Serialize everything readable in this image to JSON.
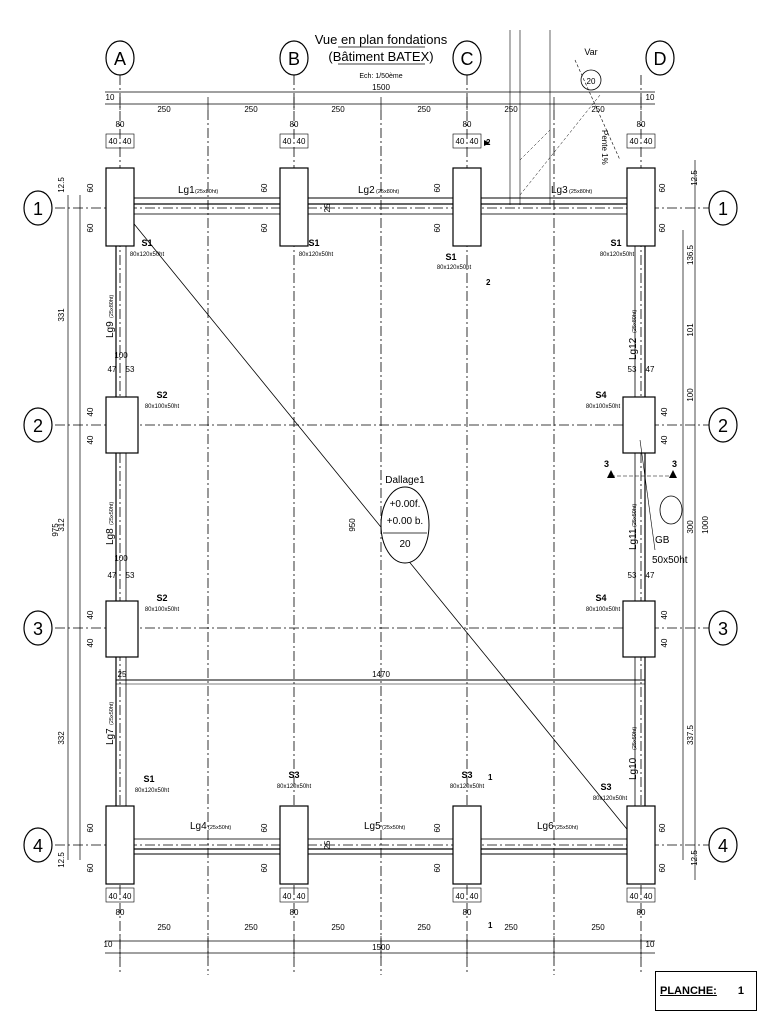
{
  "header": {
    "title_line1": "Vue en plan fondations",
    "title_line2": "(Bâtiment BATEX)",
    "scale": "Ech: 1/50ème"
  },
  "axes": {
    "columns": [
      "A",
      "B",
      "C",
      "D"
    ],
    "rows": [
      "1",
      "2",
      "3",
      "4"
    ]
  },
  "dimensions": {
    "top_total": "1500",
    "bottom_total": "1500",
    "span": "250",
    "edge": "10",
    "footing_width": "80",
    "footing_half": "40",
    "footing_depth_part": "60",
    "edge_offset": "12.5",
    "left_total": "975",
    "left_top": "331",
    "left_mid": "312",
    "left_bottom": "332",
    "right_top": "136.5",
    "right_101": "101",
    "right_100": "100",
    "right_300": "300",
    "right_1000": "1000",
    "right_bottom": "337.5",
    "mid_950": "950",
    "mid_1470": "1470",
    "small_25": "25",
    "small_47": "47",
    "small_53": "53",
    "small_100": "100"
  },
  "beams": {
    "lg1": "Lg1",
    "lg1_dims": "(25x80ht)",
    "lg2": "Lg2",
    "lg2_dims": "(25x80ht)",
    "lg3": "Lg3",
    "lg3_dims": "(25x80ht)",
    "lg4": "Lg4",
    "lg4_dims": "(25x50ht)",
    "lg5": "Lg5",
    "lg5_dims": "(25x50ht)",
    "lg6": "Lg6",
    "lg6_dims": "(25x50ht)",
    "lg7": "Lg7",
    "lg7_dims": "(25x50ht)",
    "lg8": "Lg8",
    "lg8_dims": "(25x50ht)",
    "lg9": "Lg9",
    "lg9_dims": "(25x80ht)",
    "lg10": "Lg10",
    "lg10_dims": "(25x50ht)",
    "lg11": "Lg11",
    "lg11_dims": "(25x50ht)",
    "lg12": "Lg12",
    "lg12_dims": "(25x80ht)"
  },
  "footings": {
    "s1": "S1",
    "s1_dims": "80x120x50ht",
    "s2": "S2",
    "s2_dims": "80x100x50ht",
    "s3": "S3",
    "s3_dims": "80x120x50ht",
    "s4": "S4",
    "s4_dims": "80x100x50ht"
  },
  "slab": {
    "name": "Dallage1",
    "top": "+0.00f.",
    "bottom": "+0.00 b.",
    "thickness": "20"
  },
  "var_tag": {
    "label": "Var",
    "value": "20"
  },
  "gb": {
    "label": "GB",
    "dims": "50x50ht"
  },
  "section_markers": {
    "a": "2",
    "b": "1",
    "c": "3"
  },
  "pente": "Pente 1%",
  "planche": {
    "label": "PLANCHE:",
    "value": "1"
  }
}
